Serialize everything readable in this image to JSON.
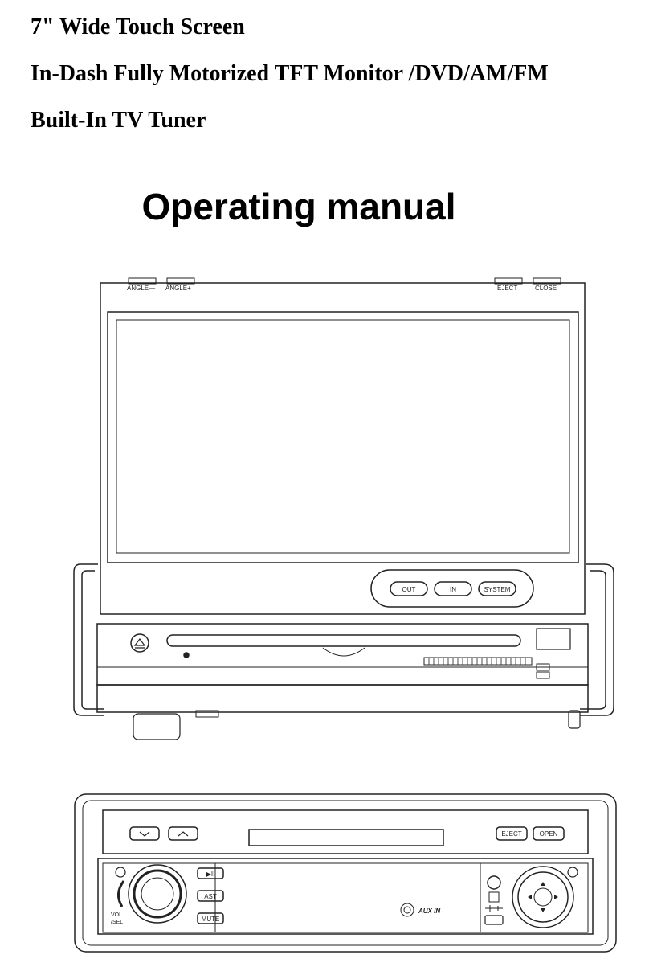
{
  "header": {
    "line1": "7\" Wide Touch Screen",
    "line2": "In-Dash Fully Motorized TFT Monitor /DVD/AM/FM",
    "line3": "Built-In TV Tuner"
  },
  "title": "Operating manual",
  "unit_open": {
    "top_buttons": [
      "ANGLE—",
      "ANGLE+",
      "EJECT",
      "CLOSE"
    ],
    "screen_buttons": [
      "OUT",
      "IN",
      "SYSTEM"
    ]
  },
  "unit_closed": {
    "top_buttons": [
      "EJECT",
      "OPEN"
    ],
    "left_buttons": [
      "▶II",
      "AST",
      "MUTE"
    ],
    "vol_label": [
      "VOL",
      "/SEL"
    ],
    "aux_label": "AUX IN"
  }
}
